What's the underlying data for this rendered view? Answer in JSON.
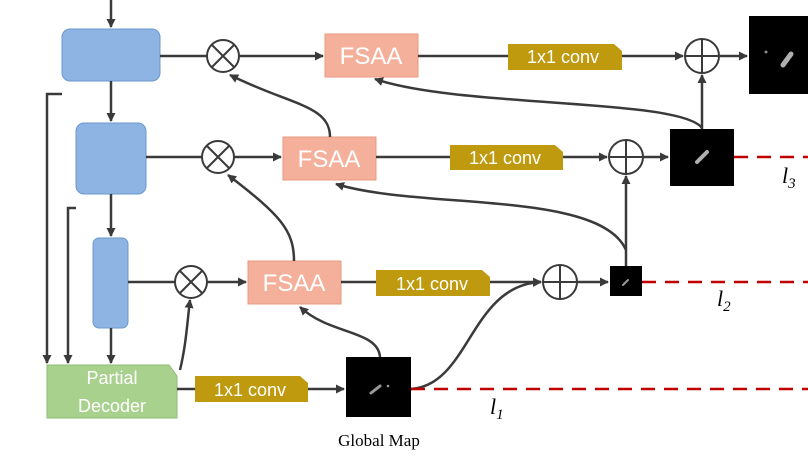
{
  "diagram": {
    "fsaa_label": "FSAA",
    "conv_label": "1x1 conv",
    "partial_decoder": {
      "line1": "Partial",
      "line2": "Decoder"
    },
    "global_map_caption": "Global Map",
    "loss_labels": {
      "l1": {
        "base": "l",
        "sub": "1"
      },
      "l2": {
        "base": "l",
        "sub": "2"
      },
      "l3": {
        "base": "l",
        "sub": "3"
      }
    },
    "operators": {
      "multiply": "⊗",
      "add": "⊕"
    },
    "colors": {
      "encoder_block": "#8eb4e3",
      "encoder_stroke": "#6c97cc",
      "fsaa_fill": "#f4b09a",
      "fsaa_stroke": "#e89a80",
      "conv_fill": "#c09a0e",
      "decoder_fill": "#a9d18e",
      "decoder_stroke": "#8dbb72",
      "arrow": "#3a3a3a",
      "loss_line": "#c00000",
      "feature_map": "#000000"
    }
  }
}
